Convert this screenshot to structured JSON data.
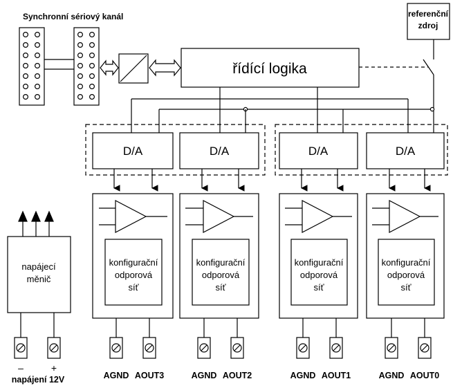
{
  "serial": {
    "title": "Synchronní sériový kanál"
  },
  "reference": {
    "line1": "referenční",
    "line2": "zdroj"
  },
  "logic": {
    "label": "řídící logika"
  },
  "da_blocks": [
    {
      "label": "D/A"
    },
    {
      "label": "D/A"
    },
    {
      "label": "D/A"
    },
    {
      "label": "D/A"
    }
  ],
  "channels": [
    {
      "net_line1": "konfigurační",
      "net_line2": "odporová",
      "net_line3": "síť",
      "gnd_label": "AGND",
      "out_label": "AOUT3"
    },
    {
      "net_line1": "konfigurační",
      "net_line2": "odporová",
      "net_line3": "síť",
      "gnd_label": "AGND",
      "out_label": "AOUT2"
    },
    {
      "net_line1": "konfigurační",
      "net_line2": "odporová",
      "net_line3": "síť",
      "gnd_label": "AGND",
      "out_label": "AOUT1"
    },
    {
      "net_line1": "konfigurační",
      "net_line2": "odporová",
      "net_line3": "síť",
      "gnd_label": "AGND",
      "out_label": "AOUT0"
    }
  ],
  "power": {
    "line1": "napájecí",
    "line2": "měnič",
    "minus": "–",
    "plus": "+",
    "supply_label": "napájení 12V"
  }
}
